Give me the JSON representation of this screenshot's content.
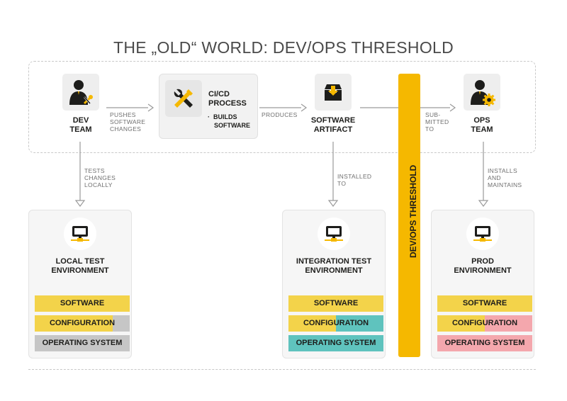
{
  "title": "THE „OLD“ WORLD: DEV/OPS THRESHOLD",
  "nodes": {
    "dev_team": {
      "line1": "DEV",
      "line2": "TEAM",
      "icon": "developer-person-icon"
    },
    "cicd": {
      "line1": "CI/CD",
      "line2": "PROCESS",
      "bullet_marker": "·",
      "bullet1": "BUILDS",
      "bullet2": "SOFTWARE",
      "icon": "tools-icon"
    },
    "artifact": {
      "line1": "SOFTWARE",
      "line2": "ARTIFACT",
      "icon": "download-box-icon"
    },
    "ops_team": {
      "line1": "OPS",
      "line2": "TEAM",
      "icon": "operator-person-icon"
    }
  },
  "edges": {
    "pushes": [
      "PUSHES",
      "SOFTWARE",
      "CHANGES"
    ],
    "produces": [
      "PRODUCES"
    ],
    "submitted": [
      "SUB-",
      "MITTED",
      "TO"
    ],
    "tests": [
      "TESTS",
      "CHANGES",
      "LOCALLY"
    ],
    "installed": [
      "INSTALLED",
      "TO"
    ],
    "installs": [
      "INSTALLS",
      "AND",
      "MAINTAINS"
    ]
  },
  "threshold": {
    "label": "DEV/OPS THRESHOLD"
  },
  "environments": [
    {
      "line1": "LOCAL TEST",
      "line2": "ENVIRONMENT",
      "software": "SOFTWARE",
      "configuration": "CONFIGURATION",
      "os": "OPERATING SYSTEM"
    },
    {
      "line1": "INTEGRATION TEST",
      "line2": "ENVIRONMENT",
      "software": "SOFTWARE",
      "configuration": "CONFIGURATION",
      "os": "OPERATING SYSTEM"
    },
    {
      "line1": "PROD",
      "line2": "ENVIRONMENT",
      "software": "SOFTWARE",
      "configuration": "CONFIGURATION",
      "os": "OPERATING SYSTEM"
    }
  ],
  "colors": {
    "accent_yellow": "#f5b800",
    "layer_yellow": "#f3d34a",
    "local_gray": "#c6c6c6",
    "integration_teal": "#5fc3be",
    "prod_pink": "#f4a7ad"
  }
}
